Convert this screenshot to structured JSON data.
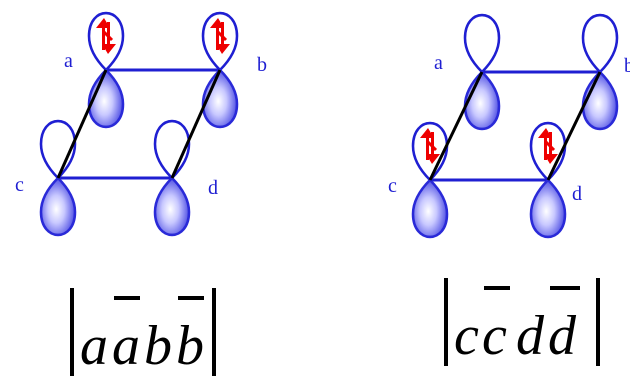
{
  "colors": {
    "orbital_outline": "#1f1fd2",
    "lobe_dark": "#2a2ad8",
    "lobe_light": "#c8c8ff",
    "electron": "#ee0000",
    "bond": "#000000",
    "text": "#1f1fd2",
    "determinant": "#000000"
  },
  "left_panel": {
    "labels": {
      "a": "a",
      "b": "b",
      "c": "c",
      "d": "d"
    },
    "occupied_orbitals": [
      "a",
      "b"
    ],
    "determinant": {
      "letters": [
        "a",
        "a",
        "b",
        "b"
      ],
      "barred": [
        false,
        true,
        false,
        true
      ]
    }
  },
  "right_panel": {
    "labels": {
      "a": "a",
      "b": "b",
      "c": "c",
      "d": "d"
    },
    "occupied_orbitals": [
      "c",
      "d"
    ],
    "determinant": {
      "letters": [
        "c",
        "c",
        "d",
        "d"
      ],
      "barred": [
        false,
        true,
        false,
        true
      ]
    }
  },
  "icons": {
    "orbital": "p-orbital-icon",
    "electron_pair": "electron-pair-arrows-icon"
  }
}
